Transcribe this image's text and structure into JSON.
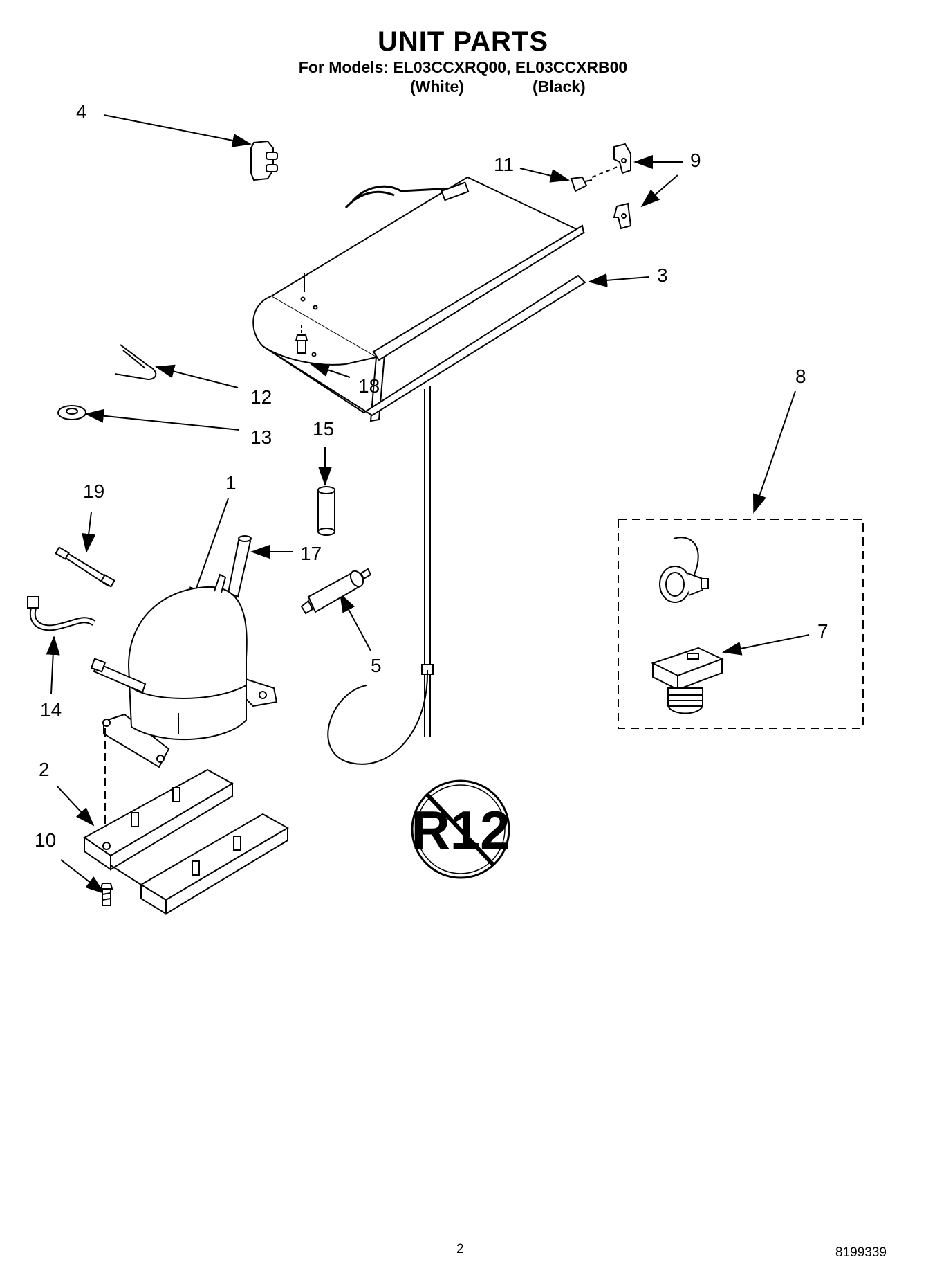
{
  "header": {
    "title": "UNIT PARTS",
    "models_line": "For Models: EL03CCXRQ00, EL03CCXRB00",
    "variant_white": "(White)",
    "variant_black": "(Black)"
  },
  "callouts": {
    "c1": "1",
    "c2": "2",
    "c3": "3",
    "c4": "4",
    "c5": "5",
    "c7": "7",
    "c8": "8",
    "c9": "9",
    "c10": "10",
    "c11": "11",
    "c12": "12",
    "c13": "13",
    "c14": "14",
    "c15": "15",
    "c17": "17",
    "c18": "18",
    "c19": "19"
  },
  "badge": {
    "text": "R12"
  },
  "footer": {
    "page_number": "2",
    "doc_number": "8199339"
  }
}
